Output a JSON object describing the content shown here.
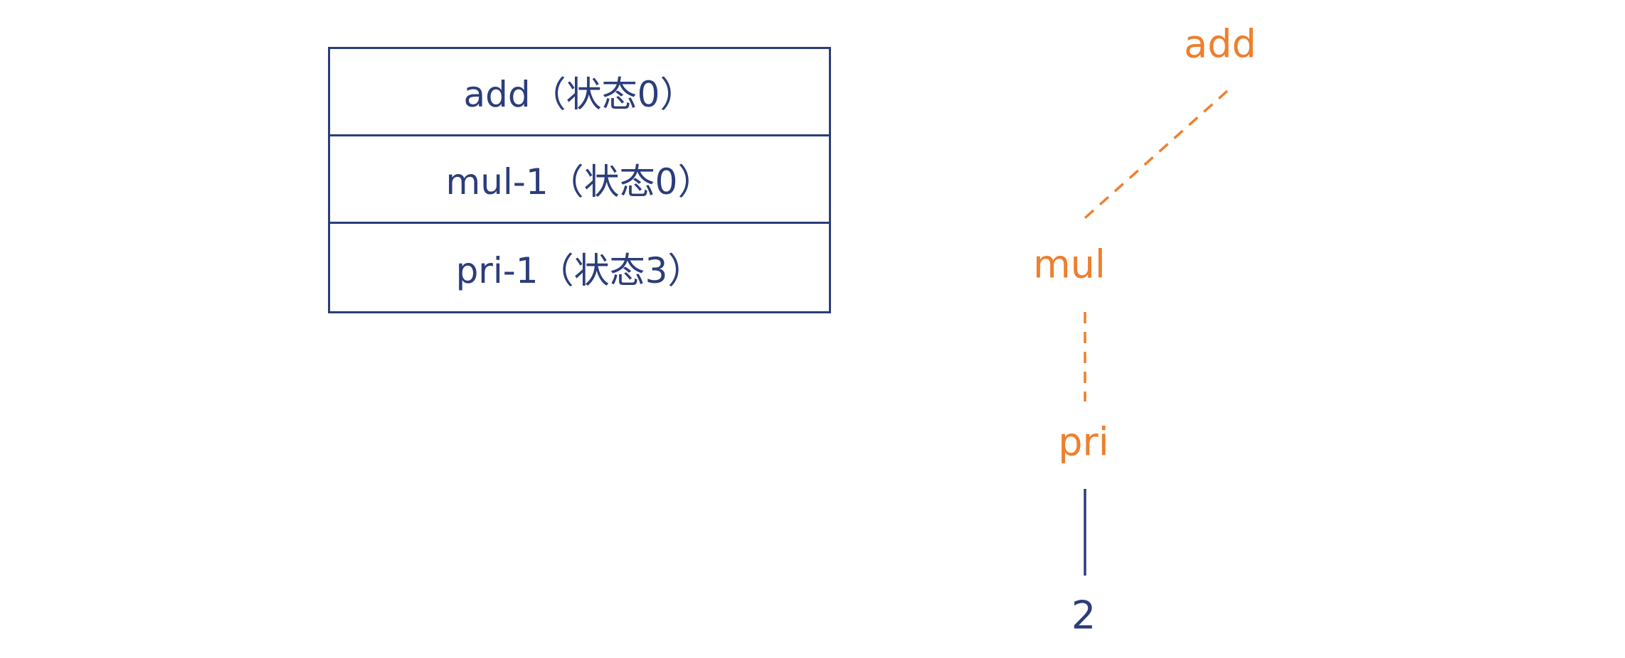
{
  "stack": {
    "rows": [
      {
        "label": "add（状态0）"
      },
      {
        "label": "mul-1（状态0）"
      },
      {
        "label": "pri-1（状态3）"
      }
    ]
  },
  "tree": {
    "nodes": {
      "add": "add",
      "mul": "mul",
      "pri": "pri",
      "leaf": "2"
    }
  },
  "colors": {
    "blue": "#2b3d7a",
    "orange": "#ee7f2d"
  }
}
